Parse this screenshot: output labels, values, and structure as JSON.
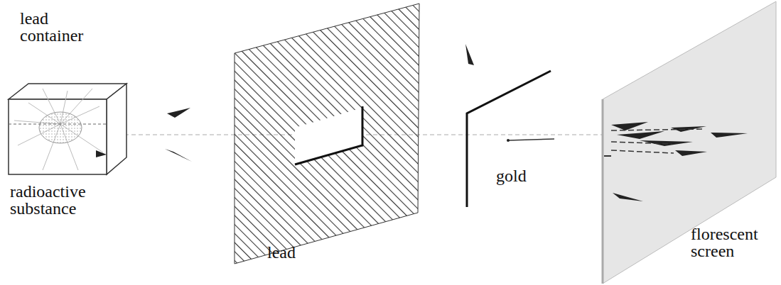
{
  "diagram": {
    "labels": [
      "lead container",
      "radioactive substance",
      "lead",
      "gold",
      "florescent screen"
    ]
  }
}
